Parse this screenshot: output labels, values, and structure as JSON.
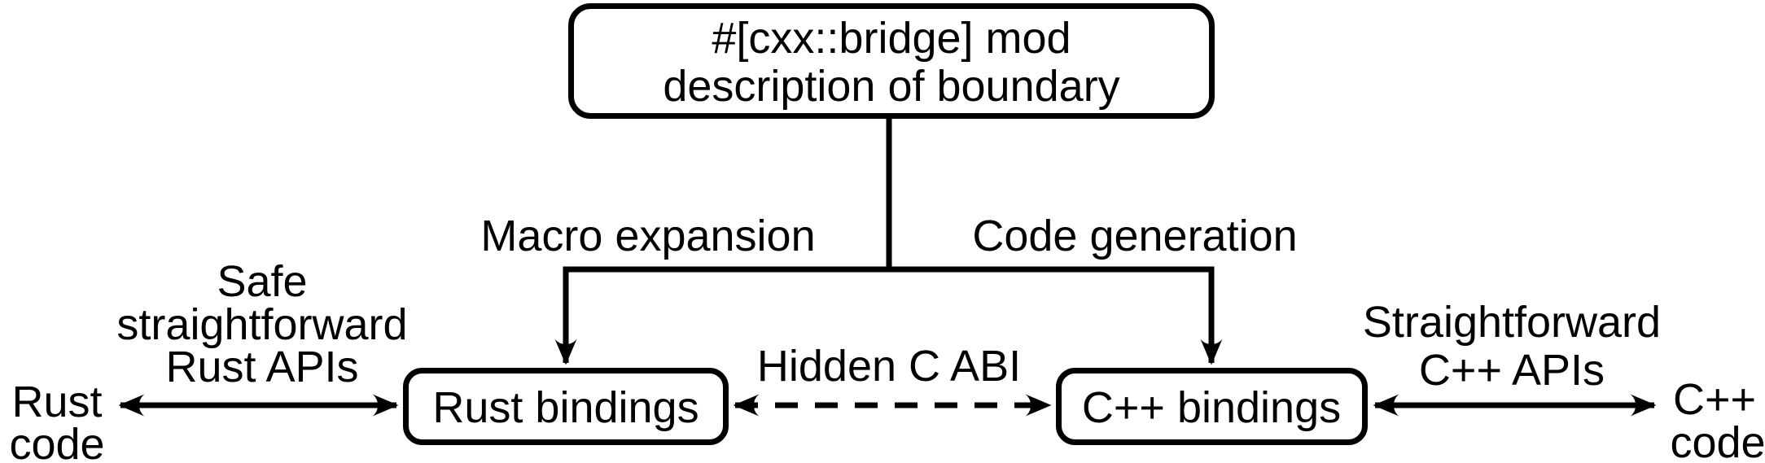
{
  "page": {
    "background_color": "#ffffff",
    "ink_color": "#000000"
  },
  "diagram": {
    "top_box": {
      "line1": "#[cxx::bridge] mod",
      "line2": "description of boundary"
    },
    "branches": {
      "left_label": "Macro expansion",
      "right_label": "Code generation"
    },
    "boxes": {
      "rust_bindings": "Rust bindings",
      "cpp_bindings": "C++ bindings"
    },
    "bridge_arrow": {
      "label": "Hidden C ABI"
    },
    "left_side": {
      "arrow_label": {
        "line1": "Safe",
        "line2": "straightforward",
        "line3": "Rust APIs"
      },
      "endpoint": {
        "line1": "Rust",
        "line2": "code"
      }
    },
    "right_side": {
      "arrow_label": {
        "line1": "Straightforward",
        "line2": "C++ APIs"
      },
      "endpoint": {
        "line1": "C++",
        "line2": "code"
      }
    }
  }
}
